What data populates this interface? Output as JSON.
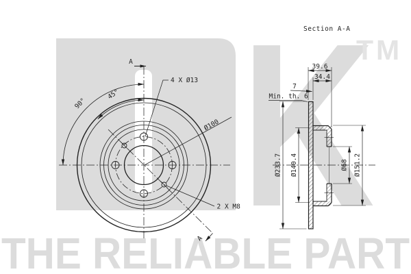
{
  "watermark": {
    "letter_k": "K",
    "trademark": "TM",
    "tagline": "THE RELIABLE PART"
  },
  "section_title": "Section A-A",
  "front_view": {
    "bolt_holes_label": "4 X Ø13",
    "bolt_circle_label": "Ø100",
    "thread_holes_label": "2 X M8",
    "angle_90_label": "90°",
    "angle_45_label": "45°",
    "section_marker_top": "A",
    "section_marker_bottom": "A"
  },
  "section_view": {
    "total_width": "39.6",
    "hat_depth": "34.4",
    "band_thickness": "7",
    "min_thickness": "Min. th. 6",
    "outer_diameter": "Ø233.7",
    "hat_inner_diameter": "Ø140.4",
    "center_bore_diameter": "Ø68",
    "hat_outer_diameter": "Ø151.2"
  },
  "colors": {
    "watermark_gray": "#dcdcdc",
    "trademark_gray": "#e4e4e4",
    "line_color": "#222222",
    "background": "#ffffff"
  }
}
